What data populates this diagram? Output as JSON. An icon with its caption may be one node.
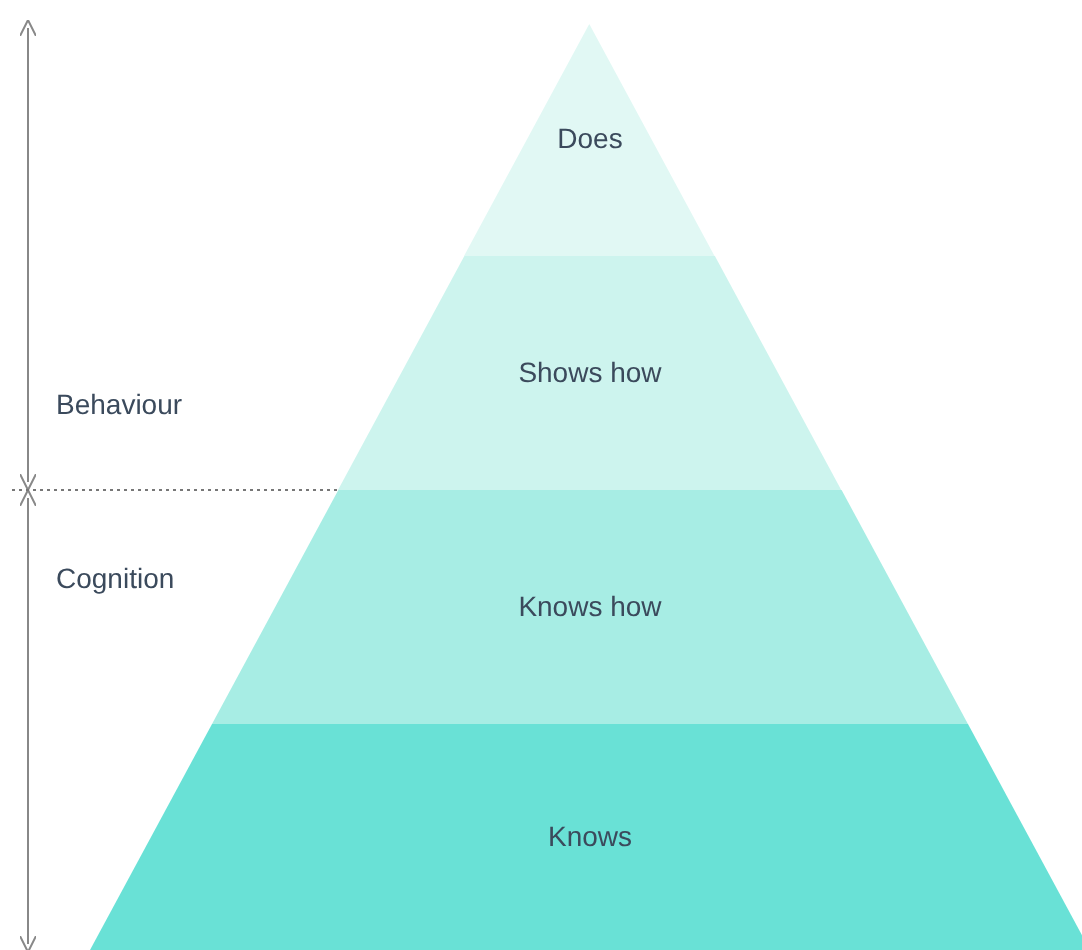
{
  "diagram": {
    "nodes": [
      {
        "text": [
          "Does"
        ]
      },
      {
        "text": [
          "Shows how"
        ]
      },
      {
        "text": [
          "Knows how"
        ]
      },
      {
        "text": [
          "Knows"
        ]
      }
    ],
    "labels": [
      "Behaviour",
      "Cognition"
    ]
  }
}
